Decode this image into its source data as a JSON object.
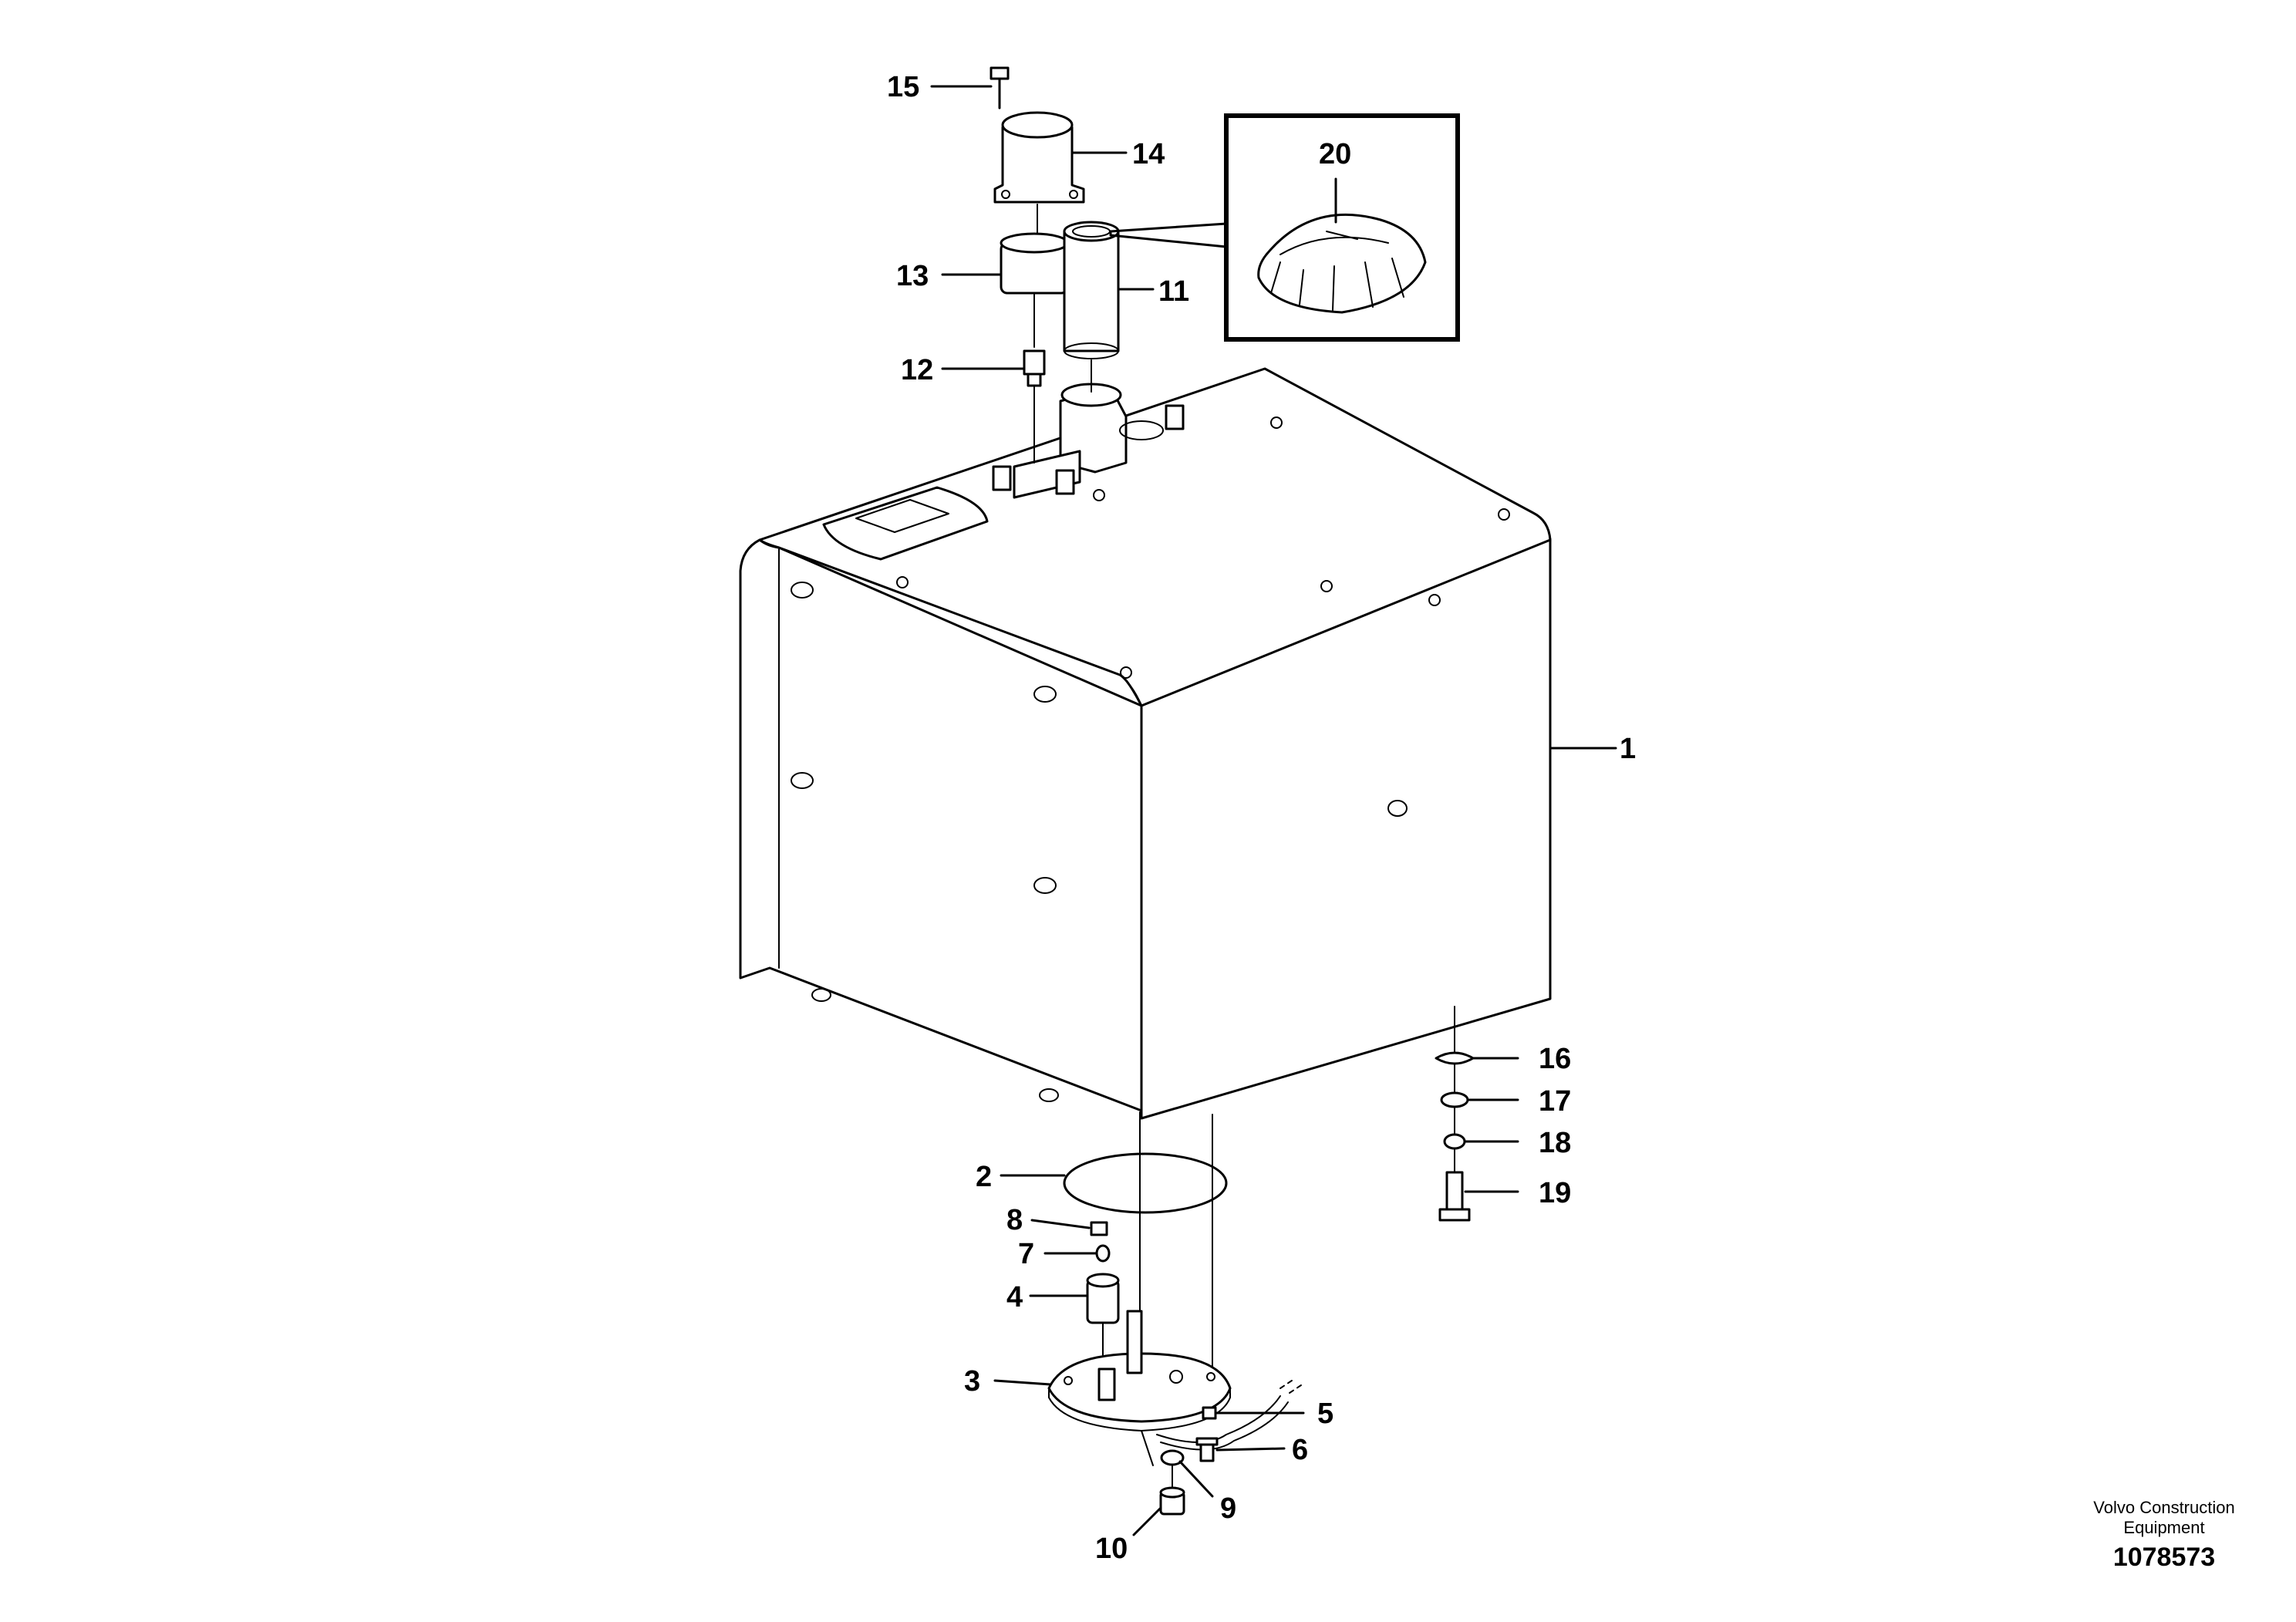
{
  "callouts": [
    {
      "id": "1",
      "label": "1"
    },
    {
      "id": "2",
      "label": "2"
    },
    {
      "id": "3",
      "label": "3"
    },
    {
      "id": "4",
      "label": "4"
    },
    {
      "id": "5",
      "label": "5"
    },
    {
      "id": "6",
      "label": "6"
    },
    {
      "id": "7",
      "label": "7"
    },
    {
      "id": "8",
      "label": "8"
    },
    {
      "id": "9",
      "label": "9"
    },
    {
      "id": "10",
      "label": "10"
    },
    {
      "id": "11",
      "label": "11"
    },
    {
      "id": "12",
      "label": "12"
    },
    {
      "id": "13",
      "label": "13"
    },
    {
      "id": "14",
      "label": "14"
    },
    {
      "id": "15",
      "label": "15"
    },
    {
      "id": "16",
      "label": "16"
    },
    {
      "id": "17",
      "label": "17"
    },
    {
      "id": "18",
      "label": "18"
    },
    {
      "id": "19",
      "label": "19"
    },
    {
      "id": "20",
      "label": "20"
    }
  ],
  "footer": {
    "brand_line1": "Volvo Construction",
    "brand_line2": "Equipment",
    "doc_number": "1078573"
  }
}
